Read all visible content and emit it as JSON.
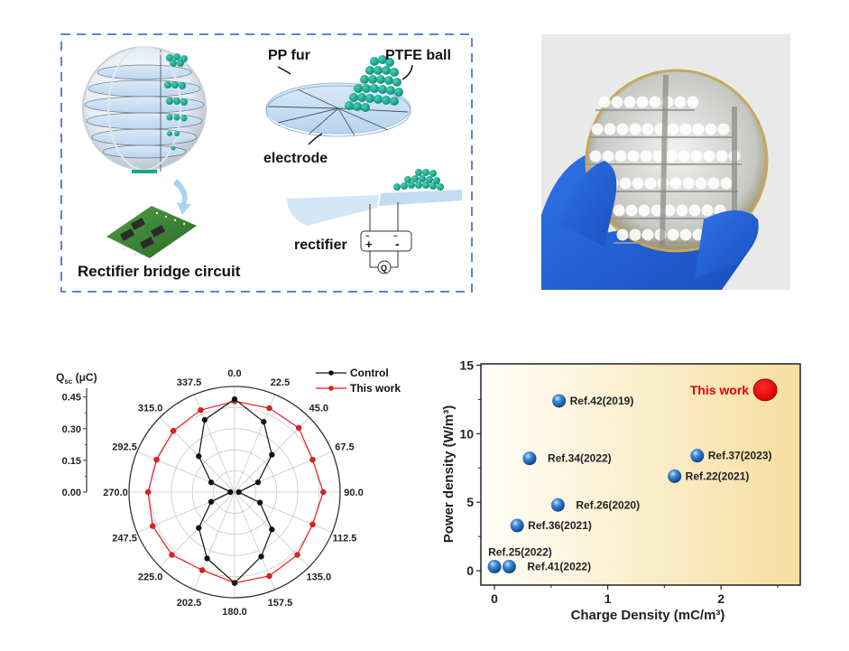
{
  "schematic": {
    "labels": {
      "pp_fur": "PP fur",
      "ptfe_ball": "PTFE ball",
      "electrode": "electrode",
      "rectifier": "rectifier",
      "rectifier_bridge": "Rectifier bridge circuit",
      "plus": "+",
      "minus": "-",
      "ac_left": "~",
      "ac_right": "~",
      "meter": "Q"
    },
    "colors": {
      "dashed_border": "#5b84d6",
      "ptfe": "#1aa58e",
      "pcb": "#3e8a3a",
      "fur": "#cfe2f3"
    }
  },
  "photo": {
    "description": "Hand in blue glove holding transparent spherical device filled with white PTFE balls",
    "colors": {
      "glove": "#1f5fd6",
      "background": "#e9e9ea"
    }
  },
  "chart_data": [
    {
      "type": "polar-line",
      "title": "",
      "radial_label": "Q_sc (μC)",
      "radial_label_main": "Q",
      "radial_label_sub": "sc",
      "radial_label_unit": " (μC)",
      "radial_ticks": [
        "0.00",
        "0.15",
        "0.30",
        "0.45"
      ],
      "radial_range": [
        0,
        0.5
      ],
      "angle_ticks": [
        "0.0",
        "22.5",
        "45.0",
        "67.5",
        "90.0",
        "112.5",
        "135.0",
        "157.5",
        "180.0",
        "202.5",
        "225.0",
        "247.5",
        "270.0",
        "292.5",
        "315.0",
        "337.5"
      ],
      "angles": [
        0,
        22.5,
        45,
        67.5,
        90,
        112.5,
        135,
        157.5,
        180,
        202.5,
        225,
        247.5,
        270,
        292.5,
        315,
        337.5
      ],
      "legend_position": "top-right",
      "series": [
        {
          "name": "Control",
          "color": "#111111",
          "values": [
            0.44,
            0.36,
            0.25,
            0.12,
            0.02,
            0.13,
            0.25,
            0.33,
            0.43,
            0.34,
            0.24,
            0.12,
            0.02,
            0.12,
            0.24,
            0.37
          ]
        },
        {
          "name": "This work",
          "color": "#ee1c1c",
          "values": [
            0.43,
            0.43,
            0.43,
            0.4,
            0.42,
            0.4,
            0.42,
            0.43,
            0.43,
            0.4,
            0.42,
            0.42,
            0.41,
            0.4,
            0.41,
            0.42
          ]
        }
      ]
    },
    {
      "type": "scatter",
      "title": "",
      "xlabel": "Charge Density (mC/m³)",
      "ylabel": "Power density (W/m³)",
      "xlim": [
        -0.12,
        2.7
      ],
      "ylim": [
        -1.05,
        15.1
      ],
      "xticks": [
        "0",
        "1",
        "2"
      ],
      "xtick_values": [
        0,
        1,
        2
      ],
      "yticks": [
        "0",
        "5",
        "10",
        "15"
      ],
      "ytick_values": [
        0,
        5,
        10,
        15
      ],
      "grid": false,
      "background_gradient": [
        "#fffef8",
        "#f7dea0"
      ],
      "points": [
        {
          "label": "Ref.42(2019)",
          "x": 0.57,
          "y": 12.4,
          "color": "#1f6fc0",
          "label_pos": "right"
        },
        {
          "label": "Ref.34(2022)",
          "x": 0.31,
          "y": 8.2,
          "color": "#1f6fc0",
          "label_pos": "right-far"
        },
        {
          "label": "Ref.37(2023)",
          "x": 1.79,
          "y": 8.4,
          "color": "#1f6fc0",
          "label_pos": "right"
        },
        {
          "label": "Ref.22(2021)",
          "x": 1.59,
          "y": 6.9,
          "color": "#1f6fc0",
          "label_pos": "right"
        },
        {
          "label": "Ref.26(2020)",
          "x": 0.56,
          "y": 4.8,
          "color": "#1f6fc0",
          "label_pos": "right-far"
        },
        {
          "label": "Ref.36(2021)",
          "x": 0.2,
          "y": 3.3,
          "color": "#1f6fc0",
          "label_pos": "right"
        },
        {
          "label": "Ref.25(2022)",
          "x": 0.0,
          "y": 0.3,
          "color": "#1f6fc0",
          "label_pos": "above"
        },
        {
          "label": "Ref.41(2022)",
          "x": 0.13,
          "y": 0.3,
          "color": "#1f6fc0",
          "label_pos": "right-far"
        },
        {
          "label": "This work",
          "x": 2.39,
          "y": 13.2,
          "color": "#e60000",
          "label_pos": "left",
          "highlight": true
        }
      ]
    }
  ]
}
